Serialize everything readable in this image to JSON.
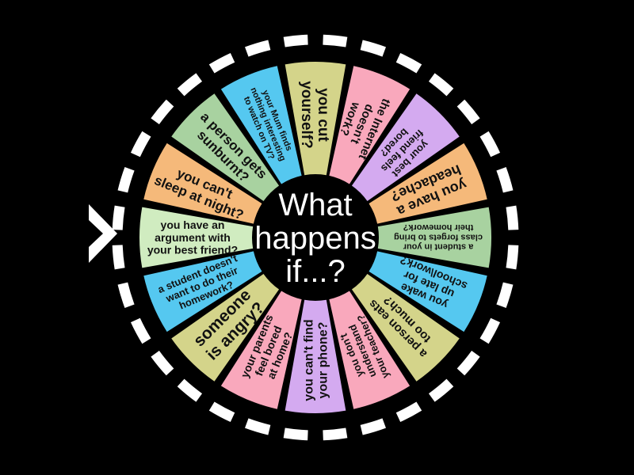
{
  "wheel": {
    "center_label_lines": [
      "What",
      "happens",
      "if...?"
    ],
    "center_label": "What happens if...?",
    "hub_color": "#000000",
    "background_color": "#000000",
    "rim_dash_color": "#ffffff",
    "pointer_color": "#ffffff",
    "pointer_name": "spin-pointer-chevron",
    "segment_count": 16,
    "segments": [
      {
        "index": 0,
        "label": "you cut yourself?",
        "color": "#d4d48a",
        "lines": [
          "you cut",
          "yourself?"
        ],
        "font_size": 19
      },
      {
        "index": 1,
        "label": "the Internet doesn't work?",
        "color": "#f9a8bc",
        "lines": [
          "the Internet",
          "doesn't",
          "work?"
        ],
        "font_size": 15
      },
      {
        "index": 2,
        "label": "your best friend feels bored?",
        "color": "#d4aaf0",
        "lines": [
          "your best",
          "friend feels",
          "bored?"
        ],
        "font_size": 13
      },
      {
        "index": 3,
        "label": "you have a headache?",
        "color": "#f5b97a",
        "lines": [
          "you have a",
          "headache?"
        ],
        "font_size": 18
      },
      {
        "index": 4,
        "label": "a student in your class forgets to bring their homework?",
        "color": "#a8d2a0",
        "lines": [
          "a student in your",
          "class forgets to bring",
          "their homework?"
        ],
        "font_size": 11
      },
      {
        "index": 5,
        "label": "you wake up late for school\\work?",
        "color": "#55c8f0",
        "lines": [
          "you wake",
          "up late for",
          "school\\work?"
        ],
        "font_size": 14
      },
      {
        "index": 6,
        "label": "a person eats too much?",
        "color": "#d4d48a",
        "lines": [
          "a person eats",
          "too much?"
        ],
        "font_size": 15
      },
      {
        "index": 7,
        "label": "you don't understand your teacher?",
        "color": "#f9a8bc",
        "lines": [
          "you don't",
          "understand",
          "your teacher?"
        ],
        "font_size": 13
      },
      {
        "index": 8,
        "label": "you can't find your phone?",
        "color": "#d4aaf0",
        "lines": [
          "you can't find",
          "your phone?"
        ],
        "font_size": 16
      },
      {
        "index": 9,
        "label": "your parents feel bored at home?",
        "color": "#f9a8bc",
        "lines": [
          "your parents",
          "feel bored",
          "at home?"
        ],
        "font_size": 14
      },
      {
        "index": 10,
        "label": "someone is angry?",
        "color": "#d4d48a",
        "lines": [
          "someone",
          "is angry?"
        ],
        "font_size": 21
      },
      {
        "index": 11,
        "label": "a student doesn't want to do their homework?",
        "color": "#55c8f0",
        "lines": [
          "a student doesn't",
          "want to do their",
          "homework?"
        ],
        "font_size": 13
      },
      {
        "index": 12,
        "label": "you have an argument with your best friend?",
        "color": "#d0ecc0",
        "lines": [
          "you have an",
          "argument with",
          "your best friend?"
        ],
        "font_size": 14
      },
      {
        "index": 13,
        "label": "you can't sleep at night?",
        "color": "#f5b97a",
        "lines": [
          "you can't",
          "sleep at night?"
        ],
        "font_size": 17
      },
      {
        "index": 14,
        "label": "a person gets sunburnt?",
        "color": "#a8d2a0",
        "lines": [
          "a person gets",
          "sunburnt?"
        ],
        "font_size": 17
      },
      {
        "index": 15,
        "label": "your Mum finds nothing interesting to watch on TV?",
        "color": "#55c8f0",
        "lines": [
          "your Mum finds",
          "nothing interesting",
          "to watch on TV?"
        ],
        "font_size": 11
      }
    ]
  }
}
